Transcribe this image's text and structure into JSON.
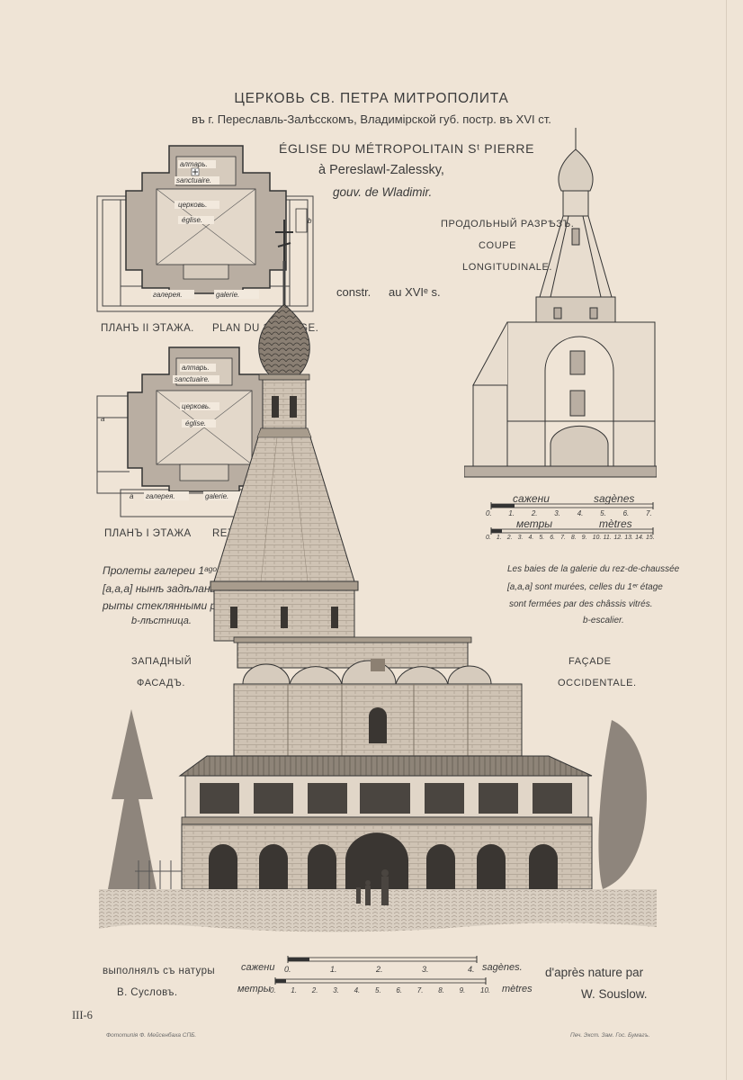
{
  "header": {
    "title_ru": "ЦЕРКОВЬ СВ. ПЕТРА МИТРОПОЛИТА",
    "subtitle_ru": "въ г. Переславль-Залѣсскомъ, Владимірской губ. постр. въ XVI ст.",
    "title_fr": "ÉGLISE DU MÉTROPOLITAIN Sᵗ PIERRE",
    "subtitle_fr_1": "à Pereslawl-Zalessky,",
    "subtitle_fr_2": "gouv. de Wladimir."
  },
  "construction": {
    "label": "constr.",
    "date": "au XVIᵉ s."
  },
  "plans": {
    "upper": {
      "altar_ru": "алтарь.",
      "altar_fr": "sanctuaire.",
      "church_ru": "церковь.",
      "church_fr": "église.",
      "gallery_ru": "галерея.",
      "gallery_fr": "galerie.",
      "letter_b": "b",
      "caption_ru": "ПЛАНЪ II ЭТАЖА.",
      "caption_fr": "PLAN DU 1ᵉʳ ÉTAGE."
    },
    "lower": {
      "altar_ru": "алтарь.",
      "altar_fr": "sanctuaire.",
      "church_ru": "церковь.",
      "church_fr": "église.",
      "gallery_ru": "галерея.",
      "gallery_fr": "galerie.",
      "letter_a": "a",
      "caption_ru": "ПЛАНЪ I ЭТАЖА",
      "caption_fr": "REZ-DE-CHAUSSÉE"
    }
  },
  "section": {
    "caption_ru": "ПРОДОЛЬНЫЙ РАЗРѢЗЪ.",
    "caption_fr_1": "COUPE",
    "caption_fr_2": "LONGITUDINALE."
  },
  "scale_section": {
    "sazheni_ru": "сажени",
    "sazheni_fr": "sagènes",
    "sazheni_ticks": [
      "0.",
      "1.",
      "2.",
      "3.",
      "4.",
      "5.",
      "6.",
      "7."
    ],
    "metry_ru": "метры",
    "metry_fr": "mètres",
    "metry_ticks": [
      "0.",
      "1.",
      "2.",
      "3.",
      "4.",
      "5.",
      "6.",
      "7.",
      "8.",
      "9.",
      "10.",
      "11.",
      "12.",
      "13.",
      "14.",
      "15."
    ]
  },
  "notes": {
    "ru_1": "Пролеты галереи 1ᵃᵍᵒ этажа",
    "ru_2": "[a,a,a] нынѣ задѣланы, а IIᵃᵍᵒ зак-",
    "ru_3": "рыты стеклянными рамами.",
    "ru_4": "b-лѣстница.",
    "fr_1": "Les baies de la galerie du rez-de-chaussée",
    "fr_2": "[a,a,a] sont murées, celles du 1ᵉʳ étage",
    "fr_3": "sont fermées par des châssis vitrés.",
    "fr_4": "b-escalier."
  },
  "facade": {
    "caption_ru_1": "ЗАПАДНЫЙ",
    "caption_ru_2": "ФАСАДЪ.",
    "caption_fr_1": "FAÇADE",
    "caption_fr_2": "OCCIDENTALE."
  },
  "footer": {
    "author_ru_1": "выполнялъ съ натуры",
    "author_ru_2": "В. Сусловъ.",
    "author_fr_1": "d'après nature par",
    "author_fr_2": "W. Souslow.",
    "sazheni_label": "сажени",
    "sazheni_fr": "sagènes.",
    "sazheni_ticks": [
      "0.",
      "1.",
      "2.",
      "3.",
      "4."
    ],
    "metry_label": "метры",
    "metry_fr": "mètres",
    "metry_ticks": [
      "0.",
      "1.",
      "2.",
      "3.",
      "4.",
      "5.",
      "6.",
      "7.",
      "8.",
      "9.",
      "10."
    ],
    "plate_number": "III-6",
    "printer_left": "Фототипія Ф. Мейсенбаха СПБ.",
    "printer_right": "Печ. Экст. Зам. Гос. Бумагъ."
  }
}
